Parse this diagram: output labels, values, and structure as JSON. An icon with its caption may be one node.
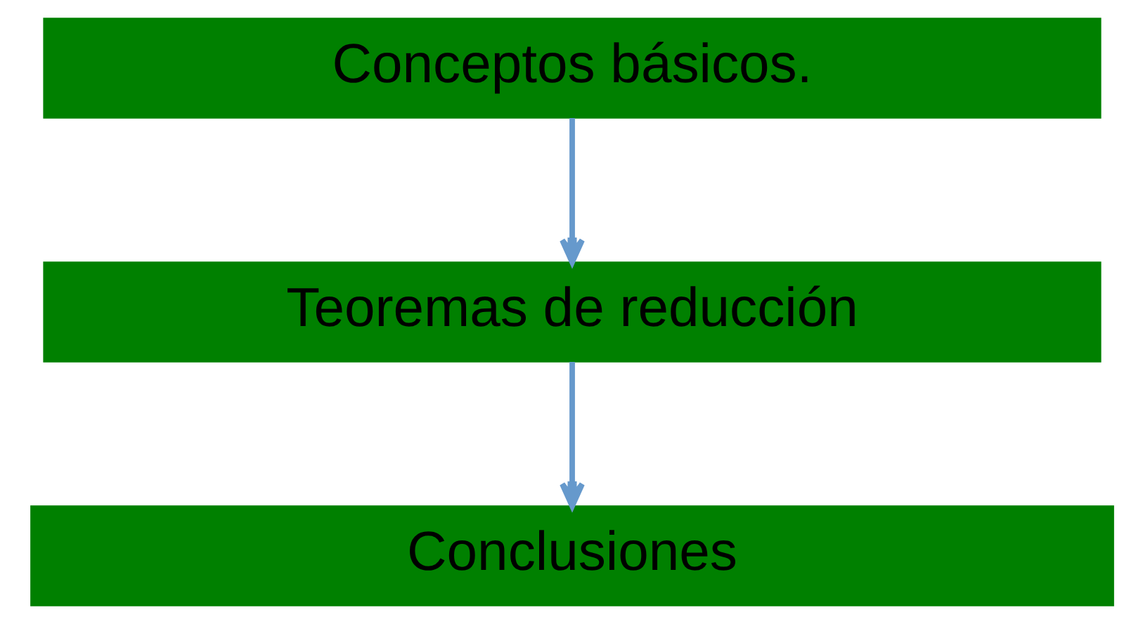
{
  "diagram": {
    "nodes": [
      {
        "text": [
          "Conceptos básicos."
        ]
      },
      {
        "text": [
          "Teoremas de reducción"
        ]
      },
      {
        "text": [
          "Conclusiones"
        ]
      }
    ],
    "edges": [
      {
        "from": 0,
        "to": 1,
        "arrow": "to"
      },
      {
        "from": 1,
        "to": 2,
        "arrow": "to"
      }
    ]
  }
}
